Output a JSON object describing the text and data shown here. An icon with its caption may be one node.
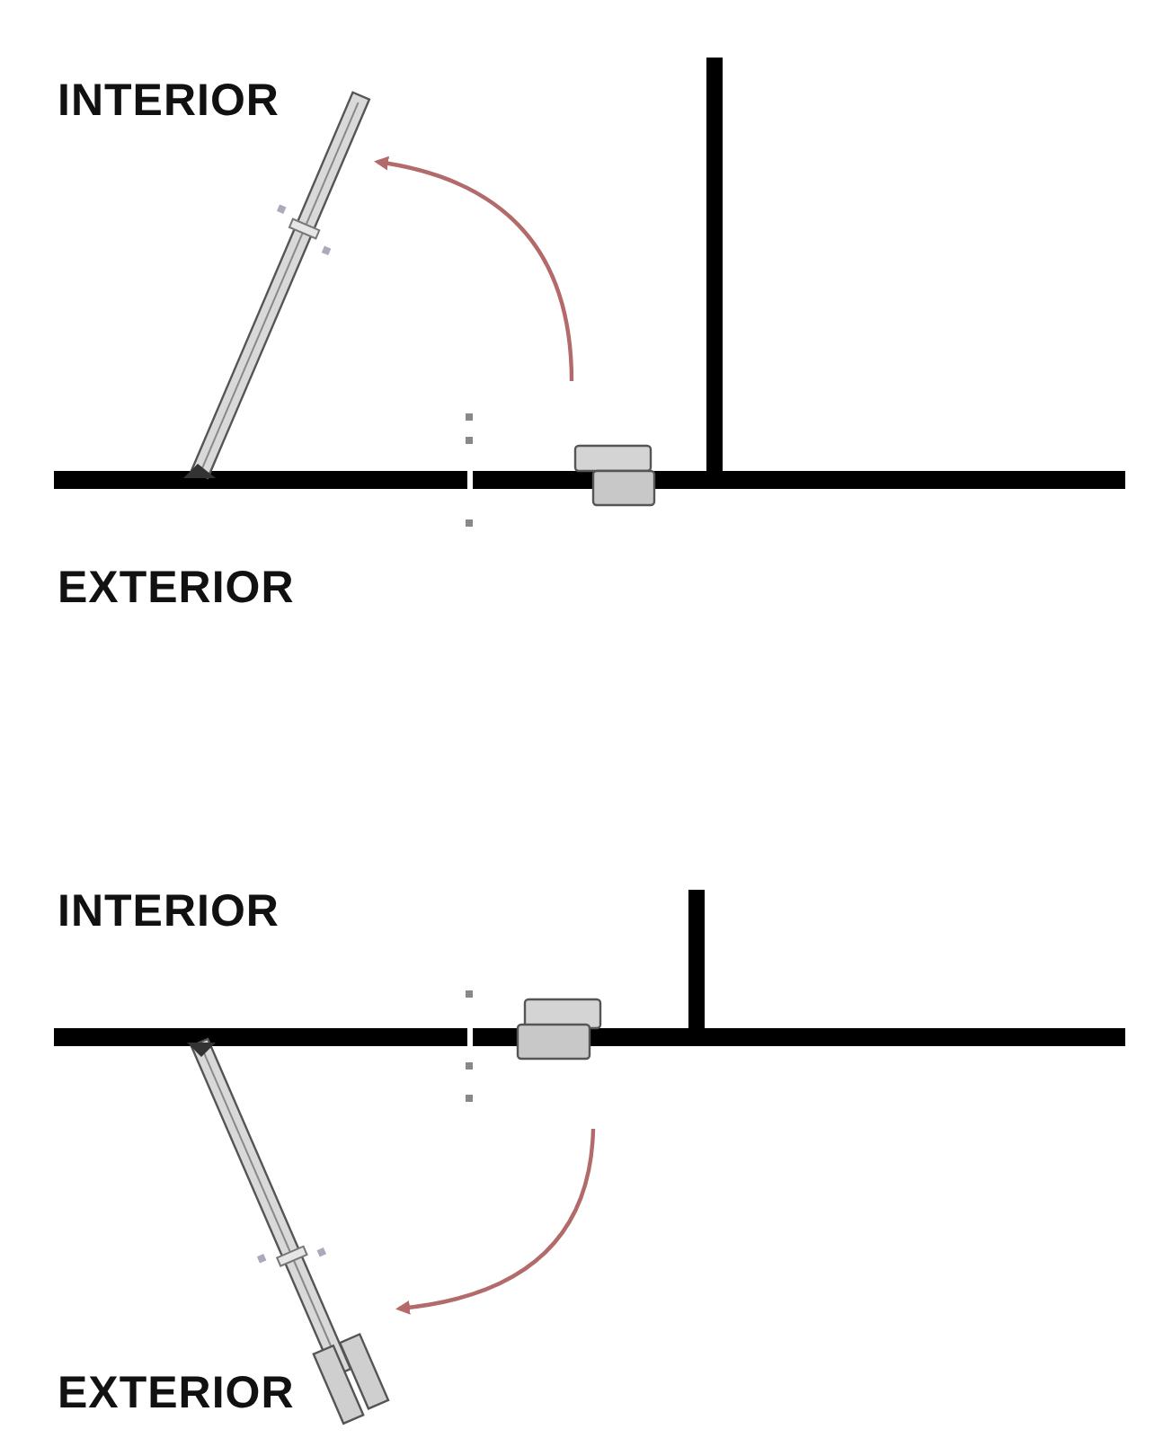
{
  "diagram": {
    "labels": [
      "INTERIOR",
      "EXTERIOR",
      "INTERIOR",
      "EXTERIOR"
    ]
  }
}
